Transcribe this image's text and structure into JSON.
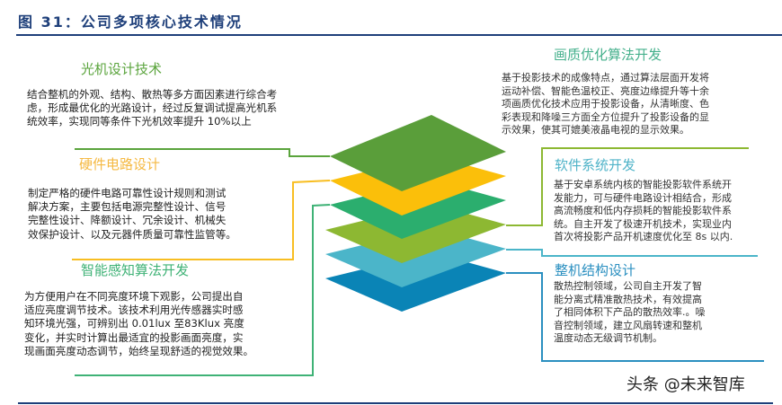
{
  "figure": {
    "title": "图 31：公司多项核心技术情况"
  },
  "colors": {
    "title": "#1e3f7a",
    "layer_optics": "#5a9e3a",
    "layer_hardware": "#fbbf0a",
    "layer_sensing": "#2bae6e",
    "layer_software": "#8db832",
    "layer_image": "#4bb5c9",
    "layer_structure": "#0a84b6"
  },
  "left_items": [
    {
      "heading": "光机设计技术",
      "color": "#5aa43c",
      "lines": [
        "结合整机的外观、结构、散热等多方面因素进行综合考",
        "虑，形成最优化的光路设计，经过反复调试提高光机系",
        "统效率，实现同等条件下光机效率提升 10%以上"
      ]
    },
    {
      "heading": "硬件电路设计",
      "color": "#f5b942",
      "lines": [
        "制定严格的硬件电路可靠性设计规则和测试",
        "解决方案，主要包括电源完整性设计、信号",
        "完整性设计、降额设计、冗余设计、机械失",
        "效保护设计、以及元器件质量可靠性监管等。"
      ]
    },
    {
      "heading": "智能感知算法开发",
      "color": "#3fb276",
      "lines": [
        "为方便用户在不同亮度环境下观影，公司提出自",
        "适应亮度调节技术。该技术利用光传感器实时感",
        "知环境光强，可辨别出 0.01lux 至83Klux 亮度",
        "变化，并实时计算出最适宜的投影画面亮度，实",
        "现画面亮度动态调节，始终呈现舒适的视觉效果。"
      ]
    }
  ],
  "right_items": [
    {
      "heading": "画质优化算法开发",
      "color": "#45b08c",
      "lines": [
        "基于投影技术的成像特点，通过算法层面开发将",
        "运动补偿、智能色温校正、亮度边缘提升等十余",
        "项画质优化技术应用于投影设备，从清晰度、色",
        "彩表现和降噪三方面全方位提升了投影设备的显",
        "示效果，使其可媲美液晶电视的显示效果。"
      ]
    },
    {
      "heading": "软件系统开发",
      "color": "#4fb3c8",
      "lines": [
        "基于安卓系统内核的智能投影软件系统开",
        "发能力，可与硬件电路设计相结合，形成",
        "高流畅度和低内存损耗的智能投影软件系",
        "统。自主开发了极速开机技术，实现业内",
        "首次将投影产品开机速度优化至 8s 以内."
      ]
    },
    {
      "heading": "整机结构设计",
      "color": "#2a8fc0",
      "lines": [
        "散热控制领域，公司自主开发了智",
        "能分离式精准散热技术，有效提高",
        "了相同体积下产品的散热效率.。噪",
        "音控制领域，建立风扇转速和整机",
        "温度动态无级调节机制。"
      ]
    }
  ],
  "watermark": "头条 @未来智库"
}
